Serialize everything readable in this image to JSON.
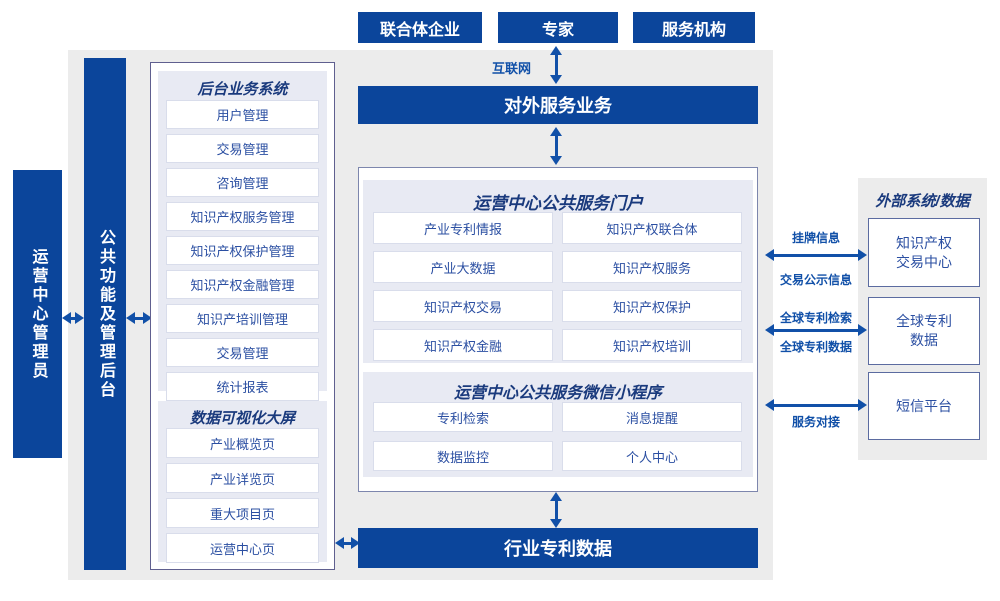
{
  "palette": {
    "primary_blue": "#0b459b",
    "title_navy": "#1a3a7d",
    "item_text_blue": "#2b4fa2",
    "arrow_blue": "#1150a8",
    "panel_gray": "#ececec",
    "section_lavender": "#e8eaf3"
  },
  "top_actors": [
    "联合体企业",
    "专家",
    "服务机构"
  ],
  "labels": {
    "internet": "互联网",
    "external_service_bar": "对外服务业务",
    "industry_data_bar": "行业专利数据",
    "admin_bar": "运营中心管理员",
    "backend_bar": "公共功能及管理后台"
  },
  "backend_system": {
    "title": "后台业务系统",
    "items": [
      "用户管理",
      "交易管理",
      "咨询管理",
      "知识产权服务管理",
      "知识产权保护管理",
      "知识产权金融管理",
      "知识产培训管理",
      "交易管理",
      "统计报表"
    ]
  },
  "dashboard": {
    "title": "数据可视化大屏",
    "items": [
      "产业概览页",
      "产业详览页",
      "重大项目页",
      "运营中心页"
    ]
  },
  "portal": {
    "title": "运营中心公共服务门户",
    "items": [
      "产业专利情报",
      "知识产权联合体",
      "产业大数据",
      "知识产权服务",
      "知识产权交易",
      "知识产权保护",
      "知识产权金融",
      "知识产权培训"
    ]
  },
  "miniapp": {
    "title": "运营中心公共服务微信小程序",
    "items": [
      "专利检索",
      "消息提醒",
      "数据监控",
      "个人中心"
    ]
  },
  "external": {
    "title": "外部系统/数据",
    "boxes": [
      "知识产权\n交易中心",
      "全球专利\n数据",
      "短信平台"
    ]
  },
  "links": {
    "listing_info": "挂牌信息",
    "trade_public_info": "交易公示信息",
    "global_patent_search": "全球专利检索",
    "global_patent_data": "全球专利数据",
    "service_connect": "服务对接"
  }
}
